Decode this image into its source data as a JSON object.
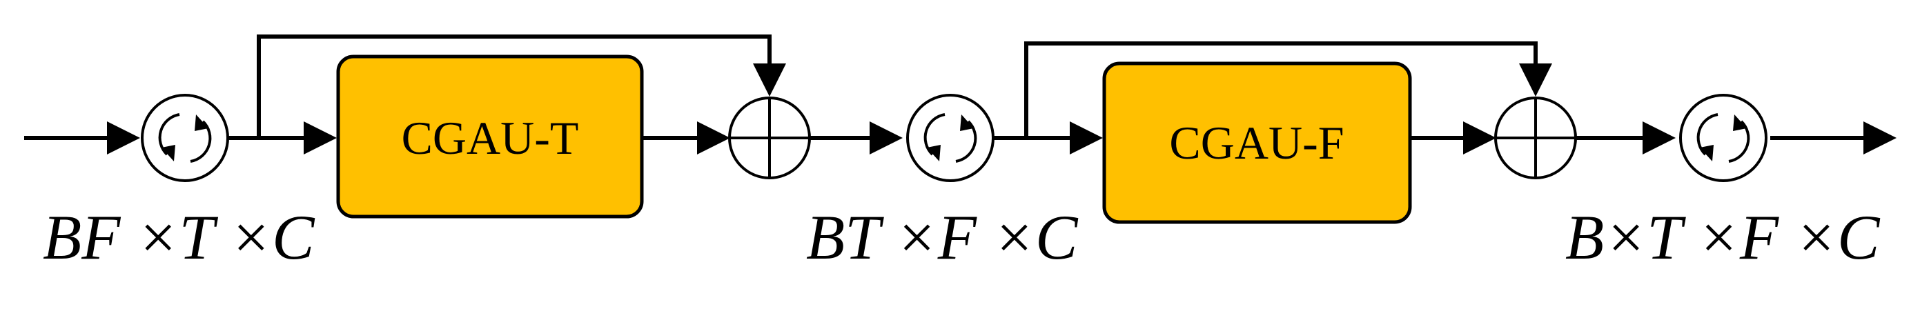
{
  "blocks": [
    {
      "label": "CGAU-T",
      "fill": "#FFC000"
    },
    {
      "label": "CGAU-F",
      "fill": "#FFC000"
    }
  ],
  "dimension_labels": [
    "BF ×T ×C",
    "BT ×F ×C",
    "B×T ×F ×C"
  ],
  "operators": {
    "reshape_symbol": "circular-arrows",
    "add_symbol": "circled-plus"
  }
}
